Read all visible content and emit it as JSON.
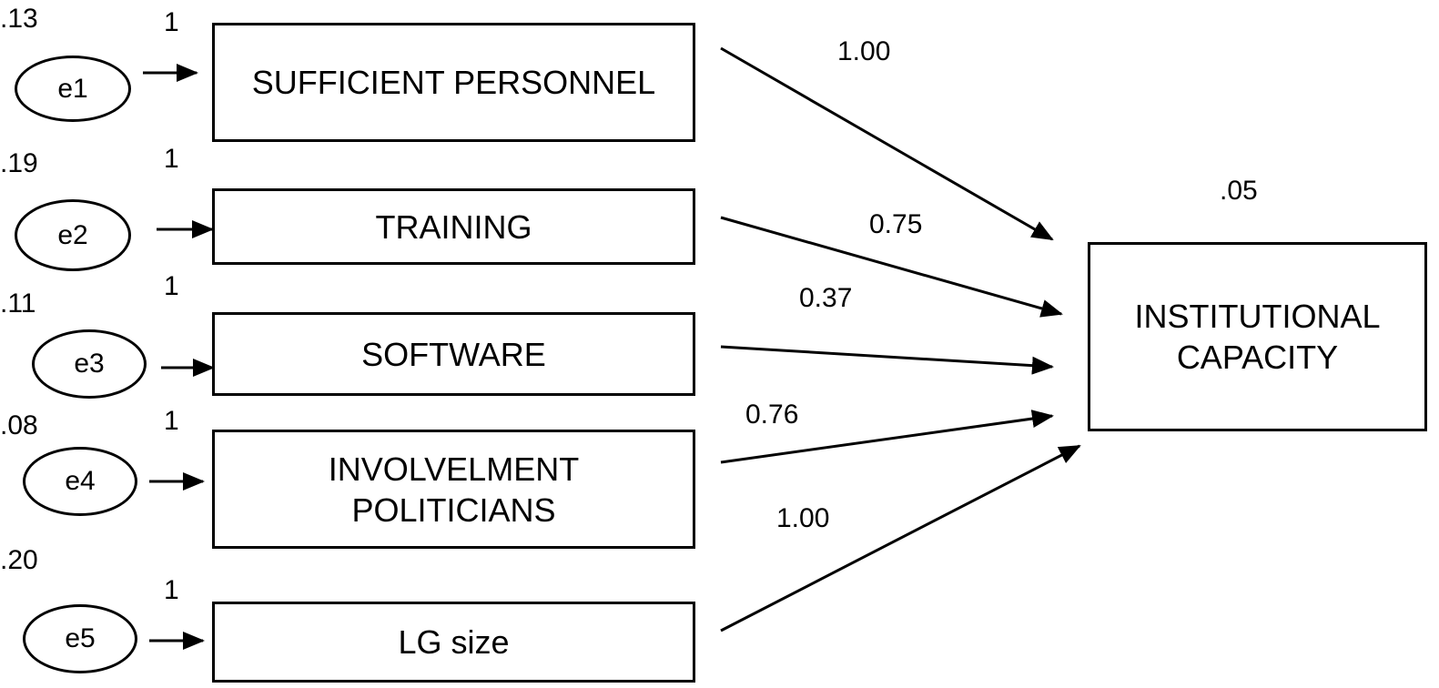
{
  "observed": [
    {
      "id": "sp",
      "lines": [
        "SUFFICIENT PERSONNEL"
      ],
      "error": "e1",
      "error_variance": ".13",
      "error_loading": "1",
      "path_coef": "1.00"
    },
    {
      "id": "tr",
      "lines": [
        "TRAINING"
      ],
      "error": "e2",
      "error_variance": ".19",
      "error_loading": "1",
      "path_coef": "0.75"
    },
    {
      "id": "sw",
      "lines": [
        "SOFTWARE"
      ],
      "error": "e3",
      "error_variance": ".11",
      "error_loading": "1",
      "path_coef": "0.37"
    },
    {
      "id": "ip",
      "lines": [
        "INVOLVELMENT",
        "POLITICIANS"
      ],
      "error": "e4",
      "error_variance": ".08",
      "error_loading": "1",
      "path_coef": "0.76"
    },
    {
      "id": "lg",
      "lines": [
        "LG size"
      ],
      "error": "e5",
      "error_variance": ".20",
      "error_loading": "1",
      "path_coef": "1.00"
    }
  ],
  "outcome": {
    "lines": [
      "INSTITUTIONAL",
      "CAPACITY"
    ],
    "variance": ".05"
  }
}
